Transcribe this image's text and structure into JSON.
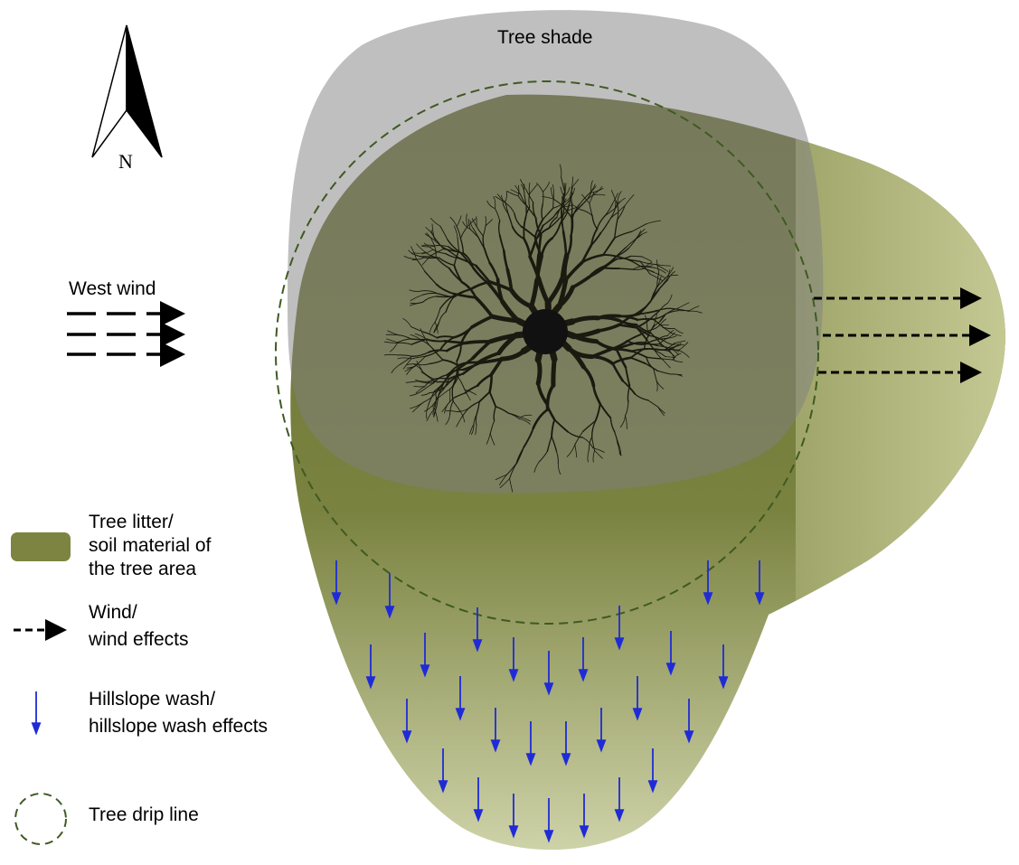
{
  "compass": {
    "label": "N"
  },
  "shade": {
    "label": "Tree shade"
  },
  "wind": {
    "label": "West wind"
  },
  "legend": {
    "litter": {
      "line1": "Tree litter/",
      "line2": "soil  material  of",
      "line3": "the tree area"
    },
    "wind": {
      "line1": "Wind/",
      "line2": "wind  effects"
    },
    "wash": {
      "line1": "Hillslope  wash/",
      "line2": "hillslope  wash  effects"
    },
    "drip": {
      "line1": "Tree drip line"
    }
  },
  "colors": {
    "olive": "#6e7536",
    "olive_light": "#c8cc9e",
    "shade": "#808080",
    "arrow_blue": "#1f2bd6",
    "drip": "#3f5a22"
  }
}
